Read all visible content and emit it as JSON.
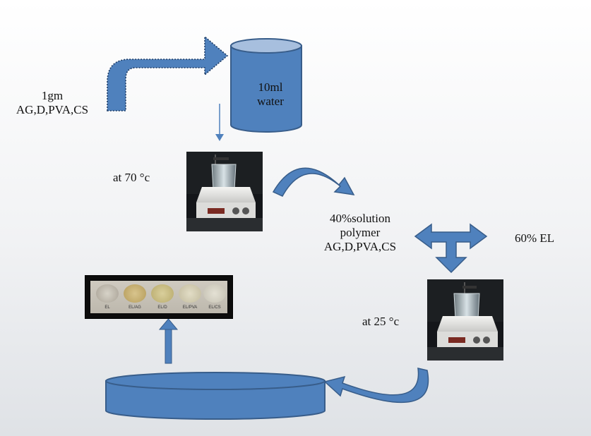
{
  "labels": {
    "input_line1": "1gm",
    "input_line2": "AG,D,PVA,CS",
    "water_line1": "10ml",
    "water_line2": "water",
    "temp_heat": "at 70 °c",
    "solution_line1": "40%solution",
    "solution_line2": "polymer",
    "solution_line3": "AG,D,PVA,CS",
    "el_label": "60% EL",
    "temp_cool": "at 25 °c"
  },
  "films": [
    "EL",
    "EL/AG",
    "EL/D",
    "EL/PVA",
    "EL/CS"
  ],
  "colors": {
    "shape_fill": "#4f81bd",
    "shape_stroke": "#385d8a",
    "photo_bg": "#14161a"
  }
}
